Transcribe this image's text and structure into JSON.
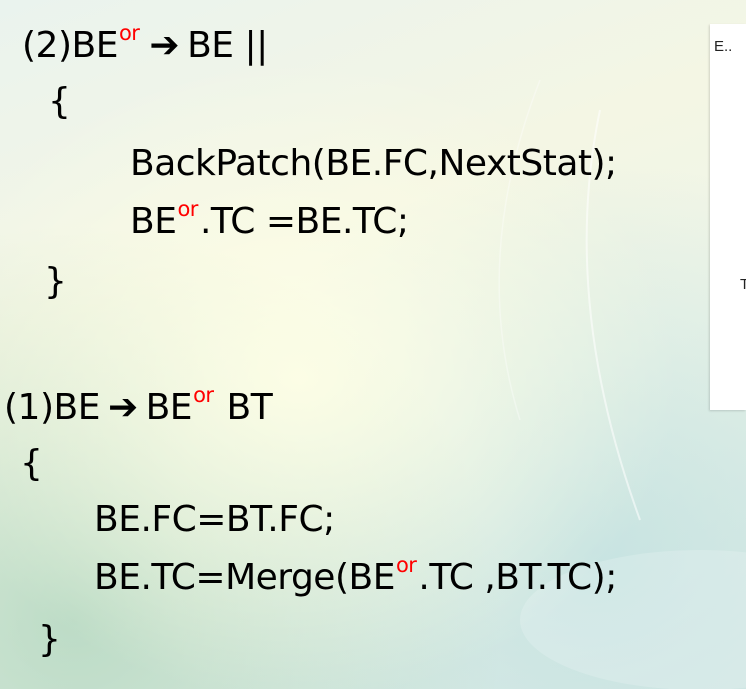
{
  "rule2": {
    "label": "(2)BE",
    "sup": "or",
    "arrow": "➔",
    "rhs": "BE ||",
    "open_brace": "{",
    "stmt1": "BackPatch(BE.FC,NextStat);",
    "stmt2_pre": "BE",
    "stmt2_sup": "or",
    "stmt2_post": ".TC =BE.TC;",
    "close_brace": "}"
  },
  "rule1": {
    "label": "(1)BE",
    "arrow": "➔",
    "rhs_pre": "BE",
    "rhs_sup": "or",
    "rhs_post": " BT",
    "open_brace": "{",
    "stmt1": "BE.FC=BT.FC;",
    "stmt2_pre": "BE.TC=Merge(BE",
    "stmt2_sup": "or",
    "stmt2_post": ".TC ,BT.TC);",
    "close_brace": "}"
  },
  "thumbnail": {
    "text_top": "E..",
    "text_mid": "T"
  },
  "colors": {
    "text": "#000000",
    "superscript": "#ff0000"
  }
}
